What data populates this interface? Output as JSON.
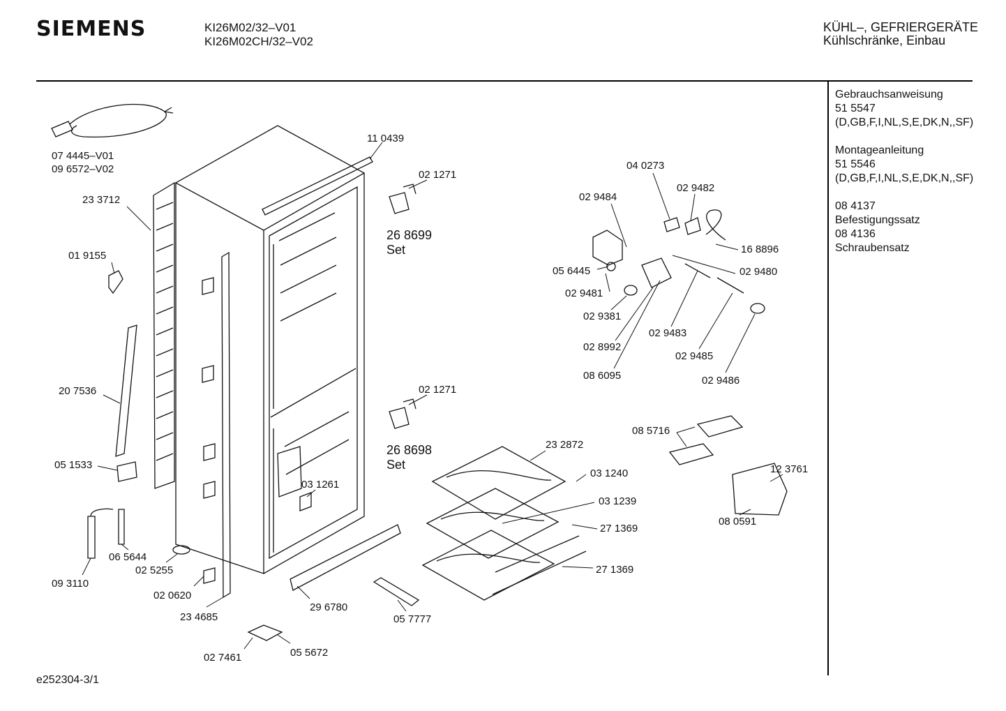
{
  "header": {
    "brand": "SIEMENS",
    "models": [
      "KI26M02/32–V01",
      "KI26M02CH/32–V02"
    ],
    "category_line1": "KÜHL–, GEFRIERGERÄTE",
    "category_line2": "Kühlschränke, Einbau"
  },
  "sidebar": {
    "blocks": [
      {
        "lines": [
          "Gebrauchsanweisung",
          "51 5547",
          "(D,GB,F,I,NL,S,E,DK,N,,SF)"
        ]
      },
      {
        "lines": [
          "Montageanleitung",
          "51 5546",
          "(D,GB,F,I,NL,S,E,DK,N,,SF)"
        ]
      },
      {
        "lines": [
          "",
          "08 4137",
          "Befestigungssatz",
          "08 4136",
          "Schraubensatz"
        ]
      }
    ]
  },
  "parts": [
    "07 4445–V01",
    "09 6572–V02",
    "23 3712",
    "01 9155",
    "20 7536",
    "05 1533",
    "09 3110",
    "06 5644",
    "02 5255",
    "02 0620",
    "23 4685",
    "02 7461",
    "05 5672",
    "29 6780",
    "05 7777",
    "11 0439",
    "02 1271",
    "26 8699",
    "02 1271",
    "26 8698",
    "03 1261",
    "23 2872",
    "03 1240",
    "03 1239",
    "27 1369",
    "27 1369",
    "04 0273",
    "02 9482",
    "02 9484",
    "16 8896",
    "05 6445",
    "02 9480",
    "02 9481",
    "02 9381",
    "02 9483",
    "02 8992",
    "02 9485",
    "08 6095",
    "02 9486",
    "08 5716",
    "12 3761",
    "08 0591"
  ],
  "set_label": "Set",
  "footer": {
    "doc_ref": "e252304-3/1"
  }
}
